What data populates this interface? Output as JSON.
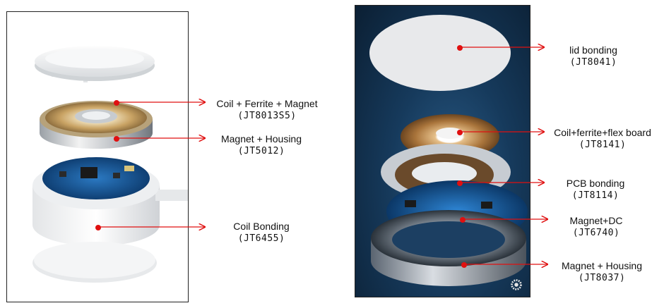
{
  "left_callouts": [
    {
      "name": "Coil + Ferrite + Magnet",
      "code": "(JT8013S5)"
    },
    {
      "name": "Magnet + Housing",
      "code": "(JT5012)"
    },
    {
      "name": "Coil Bonding",
      "code": "(JT6455)"
    }
  ],
  "right_callouts": [
    {
      "name": "lid bonding",
      "code": "(JT8041)"
    },
    {
      "name": "Coil+ferrite+flex board",
      "code": "(JT8141)"
    },
    {
      "name": "PCB bonding",
      "code": "(JT8114)"
    },
    {
      "name": "Magnet+DC",
      "code": "(JT6740)"
    },
    {
      "name": "Magnet + Housing",
      "code": "(JT8037)"
    }
  ],
  "colors": {
    "arrow": "#e01010",
    "marker": "#e01010"
  }
}
